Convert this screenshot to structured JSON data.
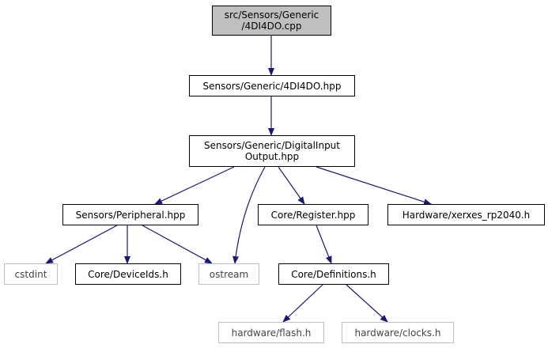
{
  "colors": {
    "edge": "#191970",
    "root_fill": "#bfbfbf",
    "node_border": "#000000",
    "external_border": "#bfbfbf"
  },
  "nodes": {
    "root": {
      "line1": "src/Sensors/Generic",
      "line2": "/4DI4DO.cpp"
    },
    "n4di4do_hpp": "Sensors/Generic/4DI4DO.hpp",
    "digital_io": {
      "line1": "Sensors/Generic/DigitalInput",
      "line2": "Output.hpp"
    },
    "peripheral": "Sensors/Peripheral.hpp",
    "register": "Core/Register.hpp",
    "xerxes_rp2040": "Hardware/xerxes_rp2040.h",
    "cstdint": "cstdint",
    "device_ids": "Core/DeviceIds.h",
    "ostream": "ostream",
    "definitions": "Core/Definitions.h",
    "flash": "hardware/flash.h",
    "clocks": "hardware/clocks.h"
  }
}
